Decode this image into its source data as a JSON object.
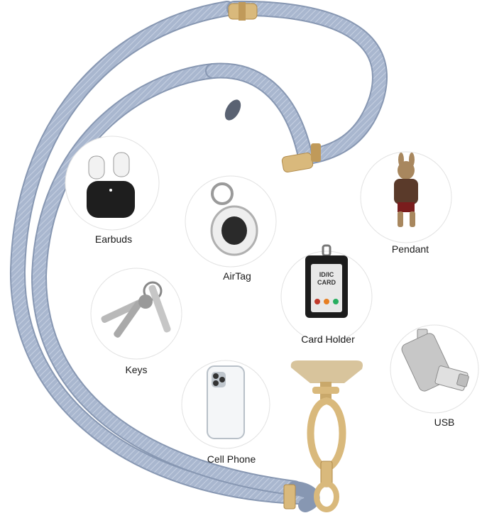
{
  "colors": {
    "cord": "#a9b7cf",
    "cord_shadow": "#8797b2",
    "gold": "#d9b97c",
    "gold_dark": "#b08a4a",
    "circle_border": "#e2e2e2",
    "pad": "#d8c49c"
  },
  "accessories": [
    {
      "label": "Earbuds",
      "icon": "earbuds-icon"
    },
    {
      "label": "AirTag",
      "icon": "airtag-icon"
    },
    {
      "label": "Pendant",
      "icon": "pendant-icon"
    },
    {
      "label": "Card Holder",
      "icon": "card-holder-icon"
    },
    {
      "label": "Keys",
      "icon": "keys-icon"
    },
    {
      "label": "USB",
      "icon": "usb-icon"
    },
    {
      "label": "Cell Phone",
      "icon": "cell-phone-icon"
    }
  ],
  "card_text": {
    "line1": "ID/IC",
    "line2": "CARD"
  }
}
